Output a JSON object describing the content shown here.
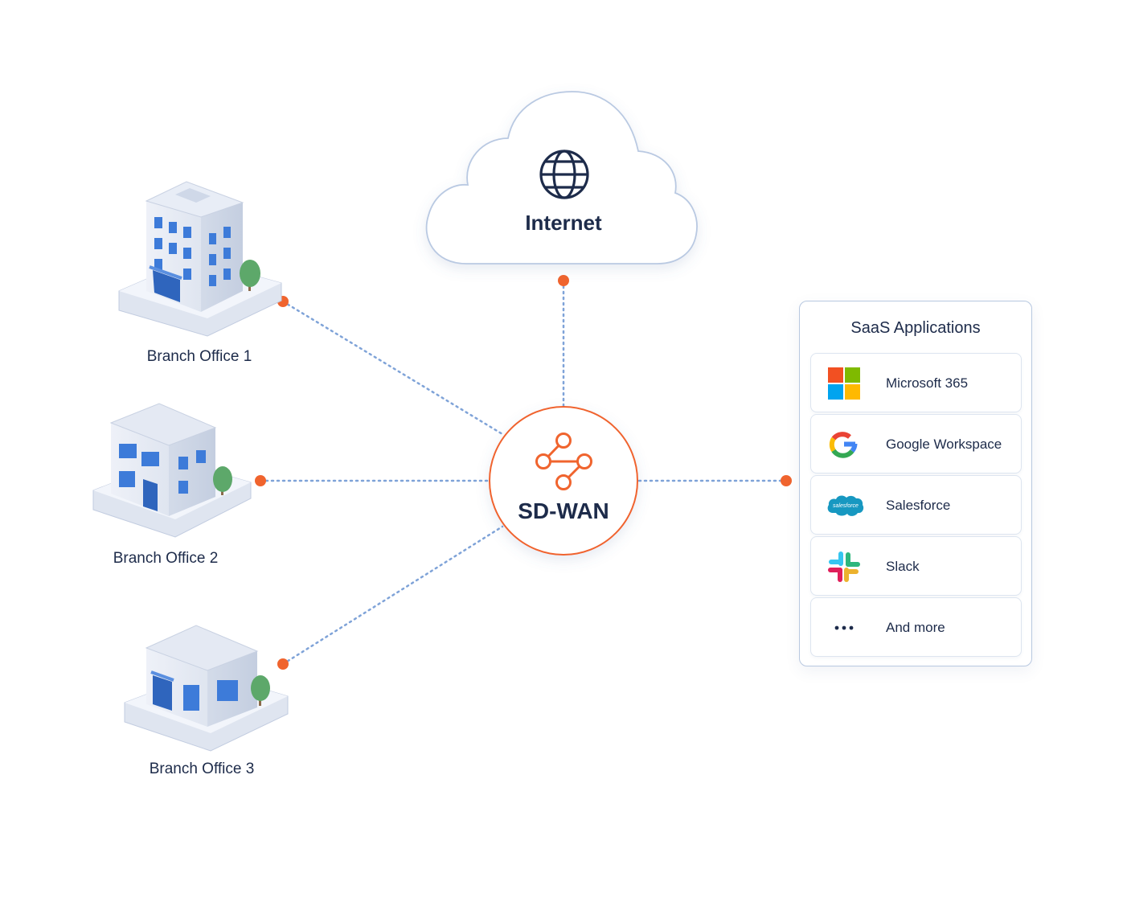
{
  "internet": {
    "label": "Internet",
    "icon": "globe-icon"
  },
  "hub": {
    "label": "SD-WAN",
    "icon": "network-nodes-icon",
    "accent": "#f0642e"
  },
  "branches": [
    {
      "label": "Branch Office 1",
      "icon": "office-building-icon"
    },
    {
      "label": "Branch Office 2",
      "icon": "office-building-icon"
    },
    {
      "label": "Branch Office 3",
      "icon": "office-building-icon"
    }
  ],
  "saas": {
    "title": "SaaS Applications",
    "items": [
      {
        "label": "Microsoft 365",
        "icon": "microsoft-logo-icon"
      },
      {
        "label": "Google Workspace",
        "icon": "google-logo-icon"
      },
      {
        "label": "Salesforce",
        "icon": "salesforce-logo-icon",
        "logo_text": "salesforce"
      },
      {
        "label": "Slack",
        "icon": "slack-logo-icon"
      },
      {
        "label": "And more",
        "icon": "ellipsis-icon"
      }
    ]
  },
  "colors": {
    "link": "#7fa3d8",
    "endpoint": "#f0642e",
    "text": "#1d2b4a",
    "building_window": "#3d7bd9"
  }
}
